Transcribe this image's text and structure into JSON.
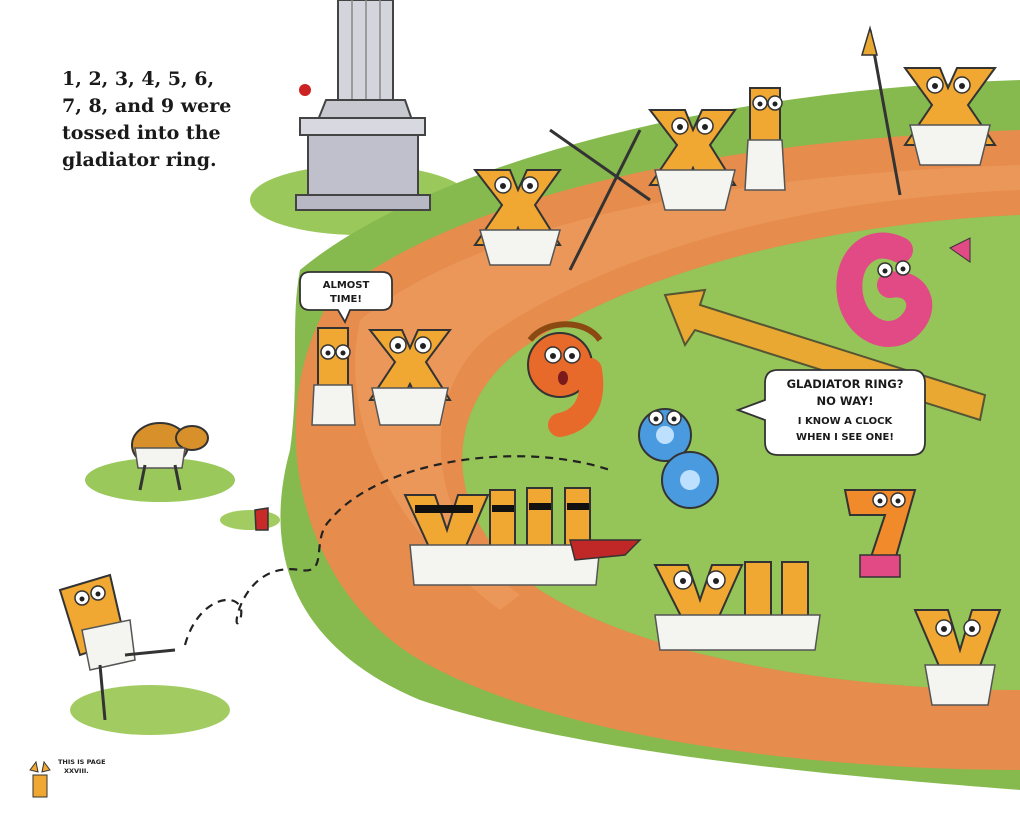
{
  "narration": {
    "lines": [
      "1, 2, 3, 4, 5, 6,",
      "7, 8, and 9 were",
      "tossed into the",
      "gladiator ring."
    ]
  },
  "bubbles": {
    "almost_time": [
      "ALMOST",
      "TIME!"
    ],
    "gladiator": [
      "GLADIATOR RING?",
      "NO WAY!",
      "I KNOW A CLOCK",
      "WHEN I SEE ONE!"
    ]
  },
  "page_note": [
    "THIS IS PAGE",
    "XXVIII."
  ],
  "numerals": {
    "six": "6",
    "nine": "9",
    "eight": "8",
    "seven": "7",
    "v": "V",
    "x": "X",
    "i": "I"
  },
  "colors": {
    "grass": "#7fb24a",
    "grass_light": "#a9d06a",
    "track": "#e2874a",
    "track_light": "#f0a868",
    "numeral_gold": "#f0a832",
    "six_pink": "#e24a86",
    "nine_orange": "#e86a2a",
    "eight_blue": "#4a9ae0",
    "seven_orange": "#f08a2a",
    "stone": "#c8c8d0"
  }
}
